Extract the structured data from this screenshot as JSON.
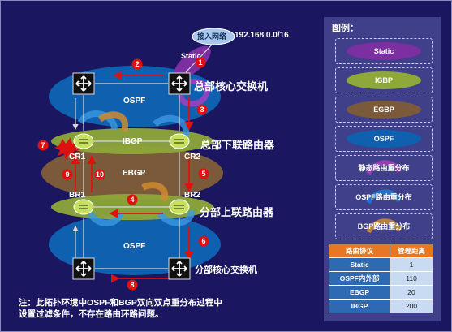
{
  "topology": {
    "access_network_label": "接入网络",
    "access_network_prefix": "192.168.0.0/16",
    "static_label": "Static",
    "ospf_top_label": "OSPF",
    "ospf_bottom_label": "OSPF",
    "ibgp_label": "IBGP",
    "ebgp_label": "EBGP",
    "hq_core_switch": "总部核心交换机",
    "hq_lower_router": "总部下联路由器",
    "branch_upper_router": "分部上联路由器",
    "branch_core_switch": "分部核心交换机",
    "routers": {
      "cr1": "CR1",
      "cr2": "CR2",
      "br1": "BR1",
      "br2": "BR2"
    },
    "steps": [
      "1",
      "2",
      "3",
      "4",
      "5",
      "6",
      "7",
      "8",
      "9",
      "10"
    ]
  },
  "legend": {
    "title": "图例：",
    "items": [
      {
        "label": "Static",
        "color": "#7b2fa0"
      },
      {
        "label": "IGBP",
        "color": "#8ea83a"
      },
      {
        "label": "EGBP",
        "color": "#7a5a3a"
      },
      {
        "label": "OSPF",
        "color": "#1060b0"
      },
      {
        "label": "静态路由重分布",
        "color": "#8a3fa0"
      },
      {
        "label": "OSPF路由重分布",
        "color": "#1e7ad0"
      },
      {
        "label": "BGP路由重分布",
        "color": "#d08a30"
      }
    ]
  },
  "distance_table": {
    "headers": [
      "路由协议",
      "管理距离"
    ],
    "rows": [
      [
        "Static",
        "1"
      ],
      [
        "OSPF内外部",
        "110"
      ],
      [
        "EBGP",
        "20"
      ],
      [
        "IBGP",
        "200"
      ]
    ]
  },
  "note": {
    "line1": "注：此拓扑环境中OSPF和BGP双向双点重分布过程中",
    "line2": "设置过滤条件，不存在路由环路问题。"
  },
  "colors": {
    "background": "#1b1660",
    "arrow_red": "#e01010",
    "ospf": "#1060b0",
    "ibgp": "#8ea83a",
    "ebgp": "#7a5a3a",
    "static": "#7b2fa0"
  }
}
